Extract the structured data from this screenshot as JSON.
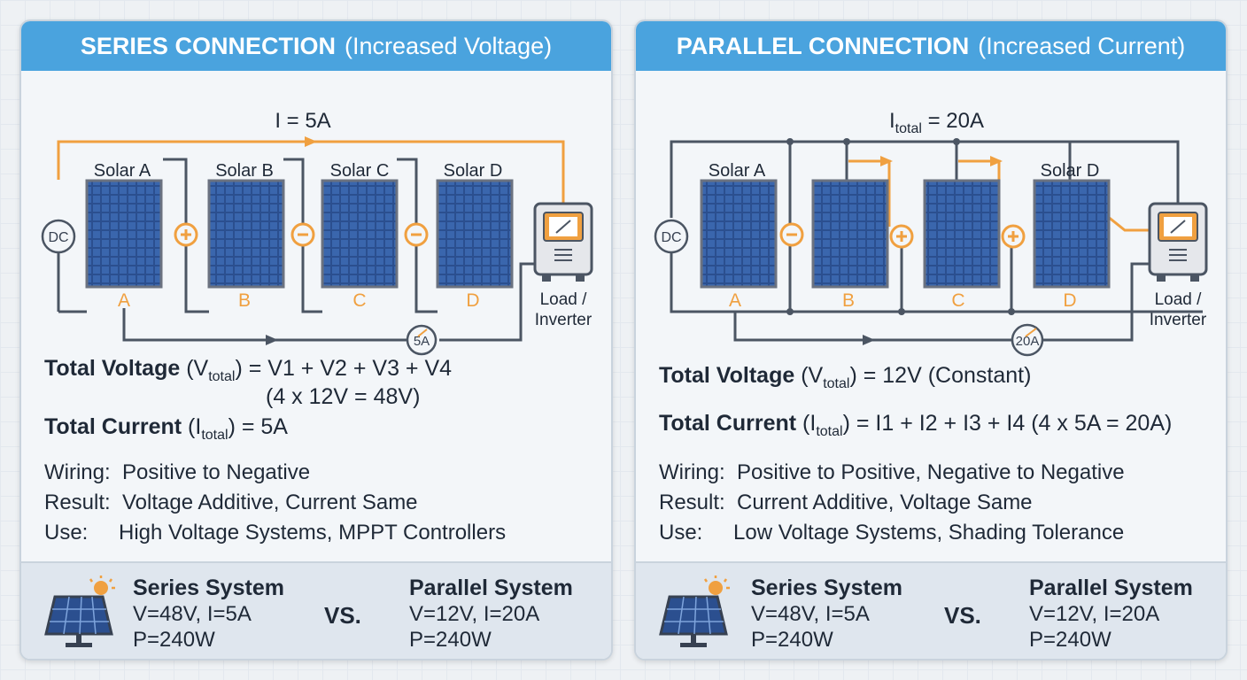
{
  "series": {
    "title_bold": "SERIES CONNECTION",
    "title_sub": "(Increased Voltage)",
    "current_label": "I = 5A",
    "panels": [
      "Solar A",
      "Solar B",
      "Solar C",
      "Solar D"
    ],
    "panel_letters": [
      "A",
      "B",
      "C",
      "D"
    ],
    "source": "DC",
    "load_line1": "Load /",
    "load_line2": "Inverter",
    "meter": "5A",
    "voltage_bold": "Total Voltage",
    "voltage_prefix": "(V",
    "voltage_sub": "total",
    "voltage_expr": ") = V1 + V2 + V3 + V4",
    "voltage_calc": "(4 x 12V = 48V)",
    "current_bold": "Total Current",
    "current_prefix": "(I",
    "current_sub": "total",
    "current_expr": ") = 5A",
    "info": [
      {
        "key": "Wiring:",
        "value": "Positive to Negative"
      },
      {
        "key": "Result:",
        "value": "Voltage Additive, Current Same"
      },
      {
        "key": "Use:",
        "value": "High Voltage Systems, MPPT Controllers"
      }
    ]
  },
  "parallel": {
    "title_bold": "PARALLEL CONNECTION",
    "title_sub": "(Increased Current)",
    "current_prefix": "I",
    "current_sub": "total",
    "current_value": " = 20A",
    "panel_a_label": "Solar A",
    "panel_d_label": "Solar D",
    "panel_letters": [
      "A",
      "B",
      "C",
      "D"
    ],
    "source": "DC",
    "load_line1": "Load /",
    "load_line2": "Inverter",
    "meter": "20A",
    "voltage_bold": "Total Voltage",
    "voltage_prefix": "(V",
    "voltage_sub": "total",
    "voltage_expr": ") = 12V (Constant)",
    "current_bold": "Total Current",
    "current_prefix2": "(I",
    "current_sub2": "total",
    "current_expr": ") = I1 + I2 + I3 + I4  (4 x 5A = 20A)",
    "info": [
      {
        "key": "Wiring:",
        "value": "Positive to Positive, Negative to Negative"
      },
      {
        "key": "Result:",
        "value": "Current Additive, Voltage Same"
      },
      {
        "key": "Use:",
        "value": "Low Voltage Systems, Shading Tolerance"
      }
    ]
  },
  "comparison": {
    "series_title": "Series System",
    "series_line1": "V=48V,  I=5A",
    "series_line2": "P=240W",
    "vs": "VS.",
    "parallel_title": "Parallel System",
    "parallel_line1": "V=12V,  I=20A",
    "parallel_line2": "P=240W"
  },
  "colors": {
    "header": "#4aa3de",
    "wire_orange": "#f0a040",
    "wire_gray": "#4b5563",
    "panel_blue": "#2b4f8f"
  }
}
